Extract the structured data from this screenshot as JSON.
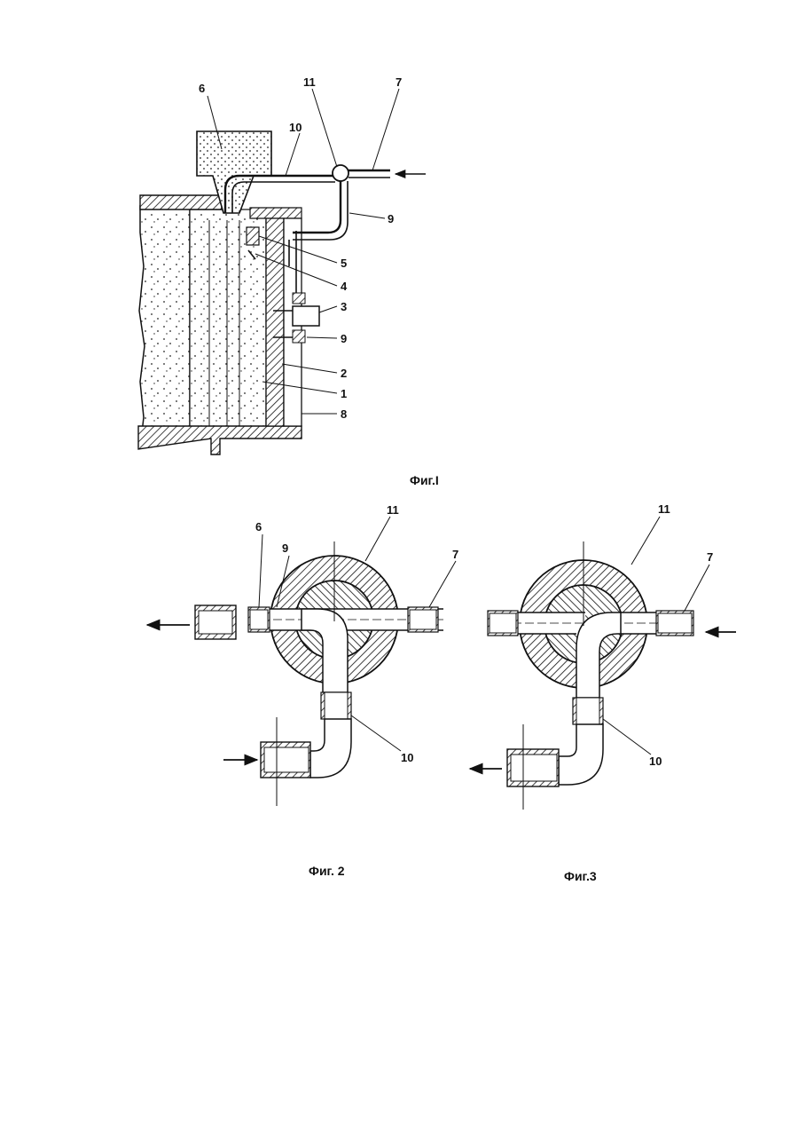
{
  "figure1": {
    "caption": "Фиг.I",
    "labels": {
      "l6": "6",
      "l10": "10",
      "l11": "11",
      "l7": "7",
      "l9a": "9",
      "l5": "5",
      "l4": "4",
      "l3": "3",
      "l9b": "9",
      "l2": "2",
      "l1": "1",
      "l8": "8"
    }
  },
  "figure2": {
    "caption": "Фиг. 2",
    "labels": {
      "l6": "6",
      "l9": "9",
      "l11": "11",
      "l7": "7",
      "l10": "10"
    }
  },
  "figure3": {
    "caption": "Фиг.3",
    "labels": {
      "l11": "11",
      "l7": "7",
      "l10": "10"
    }
  }
}
